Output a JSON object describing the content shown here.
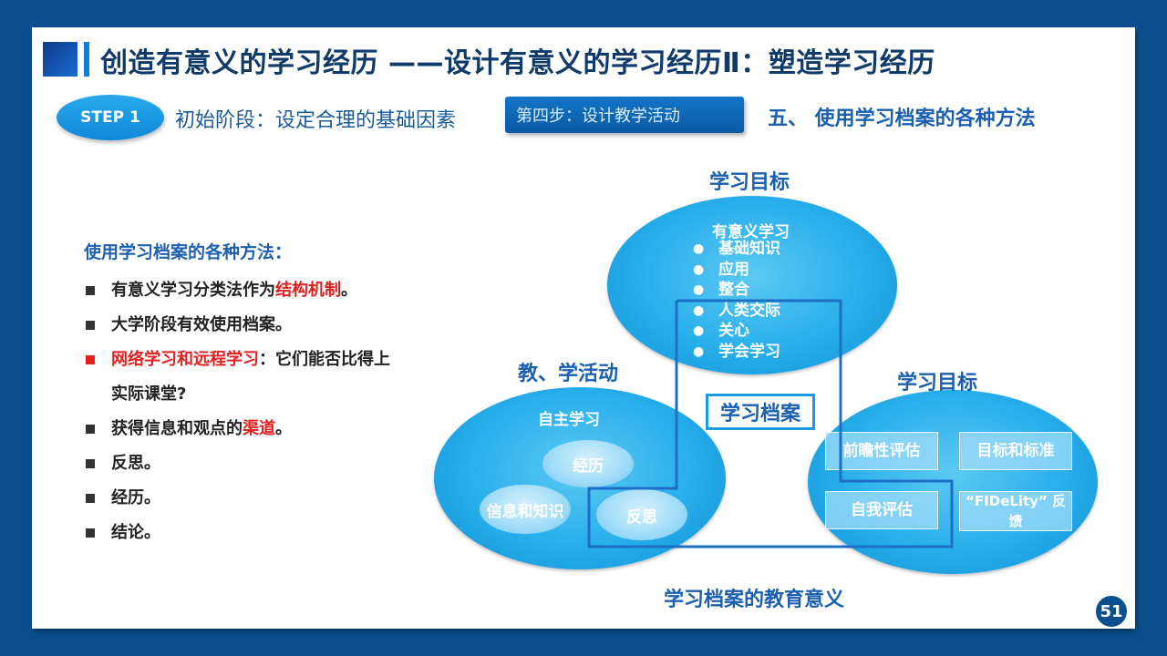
{
  "title": "创造有意义的学习经历 ——设计有意义的学习经历Ⅱ：塑造学习经历",
  "step": {
    "badge": "STEP 1",
    "description": "初始阶段：设定合理的基础因素",
    "sub_step": "第四步：设计教学活动",
    "section": "五、 使用学习档案的各种方法"
  },
  "list": {
    "heading": "使用学习档案的各种方法：",
    "items": [
      {
        "pre": "有意义学习分类法作为",
        "red": "结构机制",
        "post": "。",
        "cont": ""
      },
      {
        "pre": "大学阶段有效使用档案。",
        "red": "",
        "post": "",
        "cont": ""
      },
      {
        "pre": "",
        "red": "网络学习和远程学习",
        "post": "：它们能否比得上",
        "cont": "实际课堂?"
      },
      {
        "pre": "获得信息和观点的",
        "red": "渠道",
        "post": "。",
        "cont": ""
      },
      {
        "pre": "反思。",
        "red": "",
        "post": "",
        "cont": ""
      },
      {
        "pre": "经历。",
        "red": "",
        "post": "",
        "cont": ""
      },
      {
        "pre": "结论。",
        "red": "",
        "post": "",
        "cont": ""
      }
    ]
  },
  "diagram": {
    "top_label": "学习目标",
    "top_inner_title": "有意义学习",
    "top_bullets": [
      "基础知识",
      "应用",
      "整合",
      "人类交际",
      "关心",
      "学会学习"
    ],
    "left_label": "教、学活动",
    "left_inner_title": "自主学习",
    "left_items": [
      "经历",
      "信息和知识",
      "反思"
    ],
    "right_label": "学习目标",
    "right_items": [
      "前瞻性评估",
      "目标和标准",
      "自我评估",
      "“FIDeLity” 反馈"
    ],
    "center": "学习档案",
    "bottom_label": "学习档案的教育意义"
  },
  "page_number": "51",
  "colors": {
    "frame": "#0b4f8f",
    "accent": "#1a9be2",
    "highlight": "#e32020"
  }
}
